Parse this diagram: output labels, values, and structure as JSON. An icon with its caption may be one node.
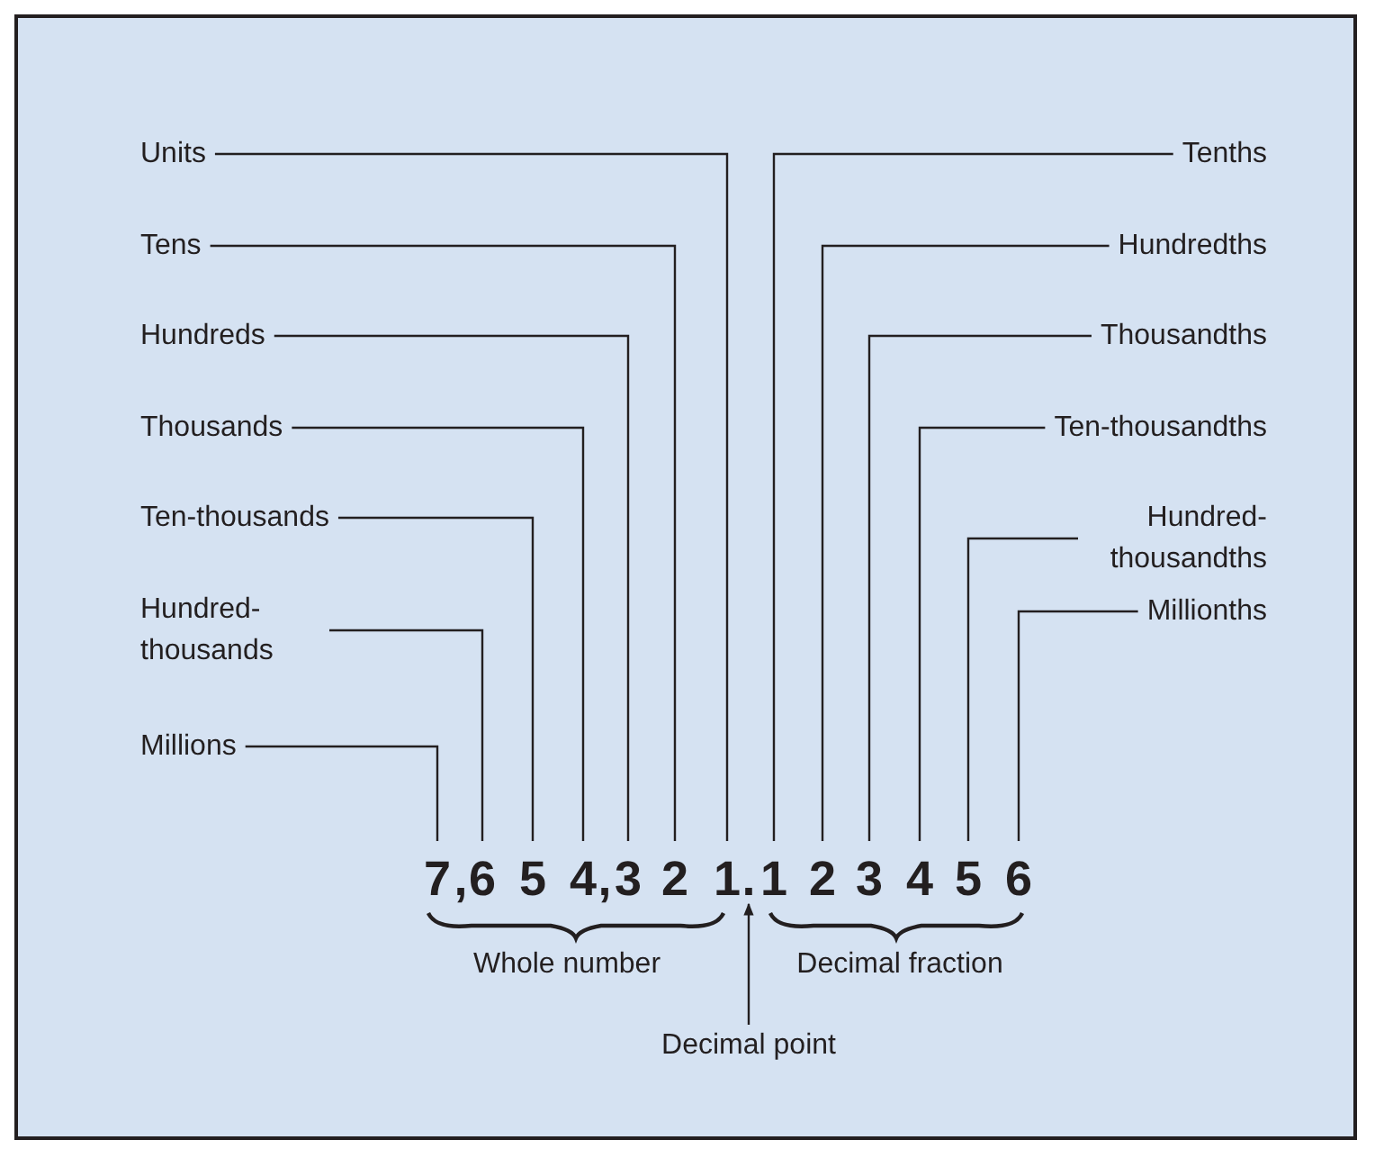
{
  "diagram": {
    "nodes": [
      {
        "text": [
          "Units"
        ]
      },
      {
        "text": [
          "Tenths"
        ]
      },
      {
        "text": [
          "Tens"
        ]
      },
      {
        "text": [
          "Hundredths"
        ]
      },
      {
        "text": [
          "Hundreds"
        ]
      },
      {
        "text": [
          "Thousandths"
        ]
      },
      {
        "text": [
          "Thousands"
        ]
      },
      {
        "text": [
          "Ten-thousandths"
        ]
      },
      {
        "text": [
          "Ten-thousands"
        ]
      },
      {
        "text": [
          "Hundred- thousandths"
        ]
      },
      {
        "text": [
          "Hundred- thousands"
        ]
      },
      {
        "text": [
          "Millionths"
        ]
      },
      {
        "text": [
          "Millions"
        ]
      },
      {
        "text": [
          "7"
        ]
      },
      {
        "text": [
          "6"
        ]
      },
      {
        "text": [
          "5"
        ]
      },
      {
        "text": [
          "4"
        ]
      },
      {
        "text": [
          "3"
        ]
      },
      {
        "text": [
          "2"
        ]
      },
      {
        "text": [
          "1"
        ]
      },
      {
        "text": [
          "."
        ]
      },
      {
        "text": [
          "1"
        ]
      },
      {
        "text": [
          "2"
        ]
      },
      {
        "text": [
          "3"
        ]
      },
      {
        "text": [
          "4"
        ]
      },
      {
        "text": [
          "5"
        ]
      },
      {
        "text": [
          "6"
        ]
      },
      {
        "text": [
          "Decimal point"
        ]
      }
    ],
    "edges": [
      {
        "from": 12,
        "to": 13,
        "arrow": "none"
      },
      {
        "from": 10,
        "to": 14,
        "arrow": "none"
      },
      {
        "from": 8,
        "to": 15,
        "arrow": "none"
      },
      {
        "from": 6,
        "to": 16,
        "arrow": "none"
      },
      {
        "from": 4,
        "to": 17,
        "arrow": "none"
      },
      {
        "from": 2,
        "to": 18,
        "arrow": "none"
      },
      {
        "from": 0,
        "to": 19,
        "arrow": "none"
      },
      {
        "from": 1,
        "to": 21,
        "arrow": "none"
      },
      {
        "from": 3,
        "to": 22,
        "arrow": "none"
      },
      {
        "from": 5,
        "to": 23,
        "arrow": "none"
      },
      {
        "from": 7,
        "to": 24,
        "arrow": "none"
      },
      {
        "from": 9,
        "to": 25,
        "arrow": "none"
      },
      {
        "from": 11,
        "to": 26,
        "arrow": "none"
      },
      {
        "from": 27,
        "to": 20,
        "arrow": "to"
      }
    ],
    "labels": [
      ",",
      ",",
      "Whole number",
      "Decimal fraction"
    ]
  }
}
